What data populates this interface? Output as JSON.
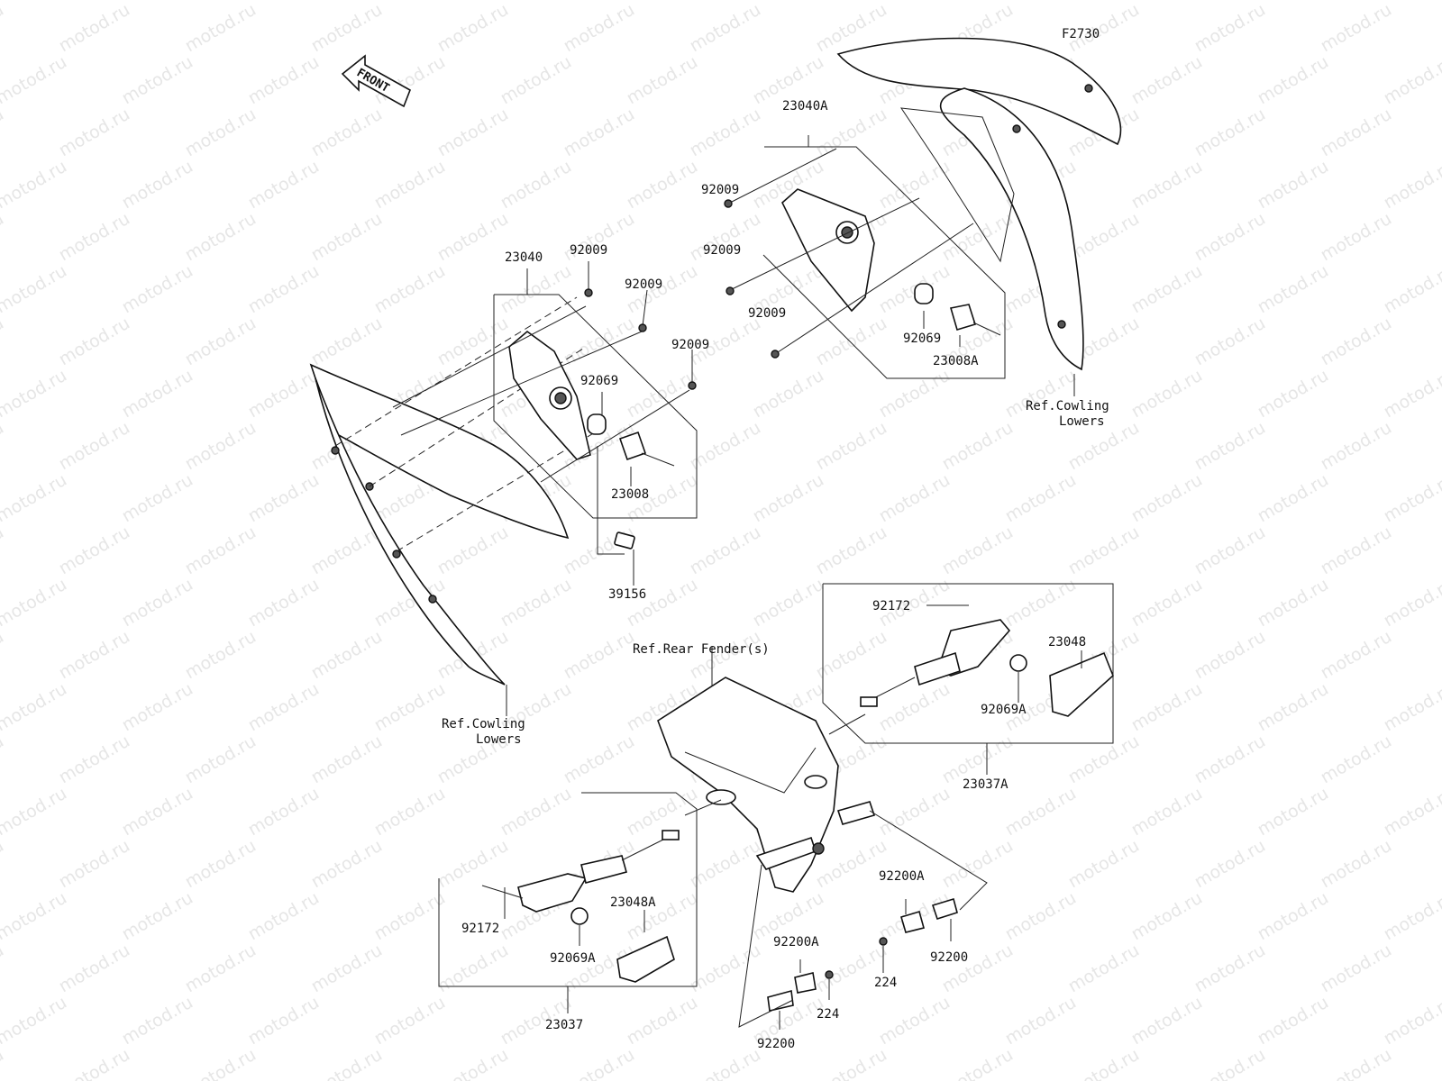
{
  "diagram_code": "F2730",
  "front_label": "FRONT",
  "watermark": "motod.ru",
  "parts": {
    "p23040A": "23040A",
    "p23040": "23040",
    "p92009_a": "92009",
    "p92009_b": "92009",
    "p92009_c": "92009",
    "p92009_d": "92009",
    "p92009_e": "92009",
    "p92009_f": "92009",
    "p92069_r": "92069",
    "p92069_l": "92069",
    "p23008A": "23008A",
    "p23008": "23008",
    "p39156": "39156",
    "p92172_r": "92172",
    "p92172_l": "92172",
    "p23048": "23048",
    "p23048A": "23048A",
    "p92069A_r": "92069A",
    "p92069A_l": "92069A",
    "p23037A": "23037A",
    "p23037": "23037",
    "p92200A_r": "92200A",
    "p92200A_l": "92200A",
    "p92200_r": "92200",
    "p92200_l": "92200",
    "p224_r": "224",
    "p224_l": "224"
  },
  "refs": {
    "cowling_right_1": "Ref.Cowling",
    "cowling_right_2": "Lowers",
    "cowling_left_1": "Ref.Cowling",
    "cowling_left_2": "Lowers",
    "rear_fender": "Ref.Rear Fender(s)"
  }
}
